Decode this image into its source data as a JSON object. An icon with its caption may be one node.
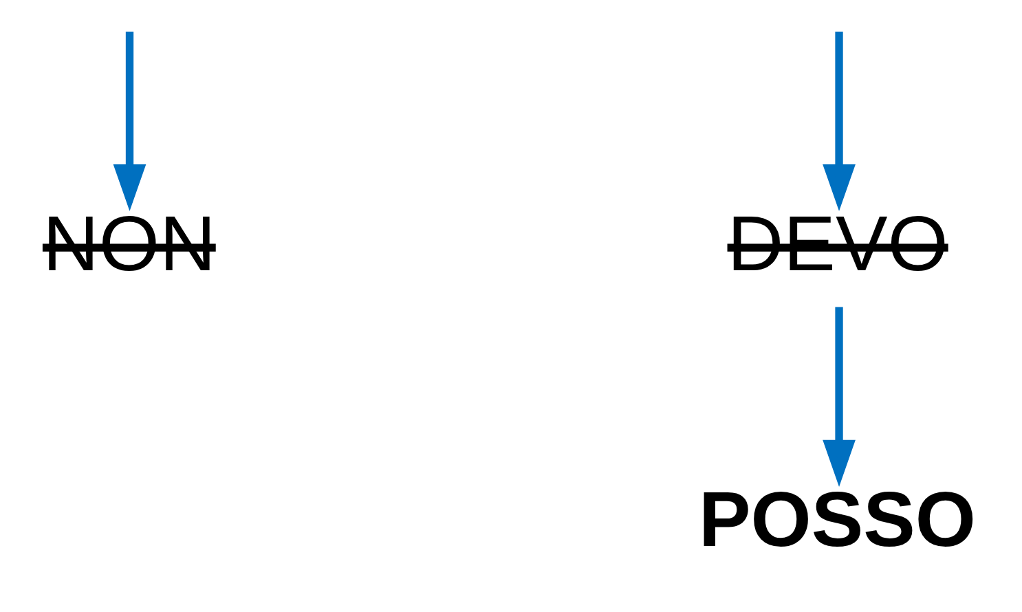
{
  "diagram": {
    "nodes": [
      {
        "text": [
          "NON"
        ]
      },
      {
        "text": [
          "DEVO"
        ]
      },
      {
        "text": [
          "POSSO"
        ]
      }
    ],
    "edges": [
      {
        "from": null,
        "to": 0,
        "arrow": "to"
      },
      {
        "from": null,
        "to": 1,
        "arrow": "to"
      },
      {
        "from": 1,
        "to": 2,
        "arrow": "to"
      }
    ]
  }
}
